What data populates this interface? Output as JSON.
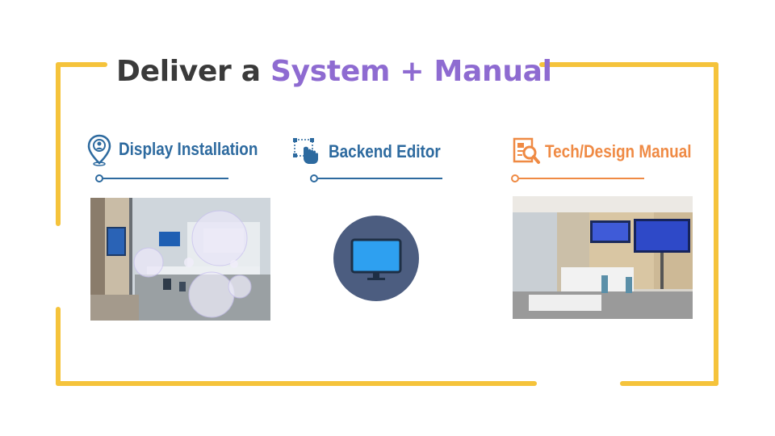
{
  "title": {
    "part1": "Deliver a ",
    "part2": "System + Manual"
  },
  "sections": [
    {
      "heading": "Display Installation",
      "icon": "location-pin-icon"
    },
    {
      "heading": "Backend Editor",
      "icon": "hand-pointer-icon"
    },
    {
      "heading": "Tech/Design Manual",
      "icon": "magnifier-document-icon"
    }
  ],
  "colors": {
    "frame": "#f5c33b",
    "purple": "#8e6bd1",
    "blue": "#2d6a9f",
    "orange": "#ef8a44",
    "monitor_circle": "#4c5d80",
    "monitor_screen": "#2ea0f0"
  }
}
